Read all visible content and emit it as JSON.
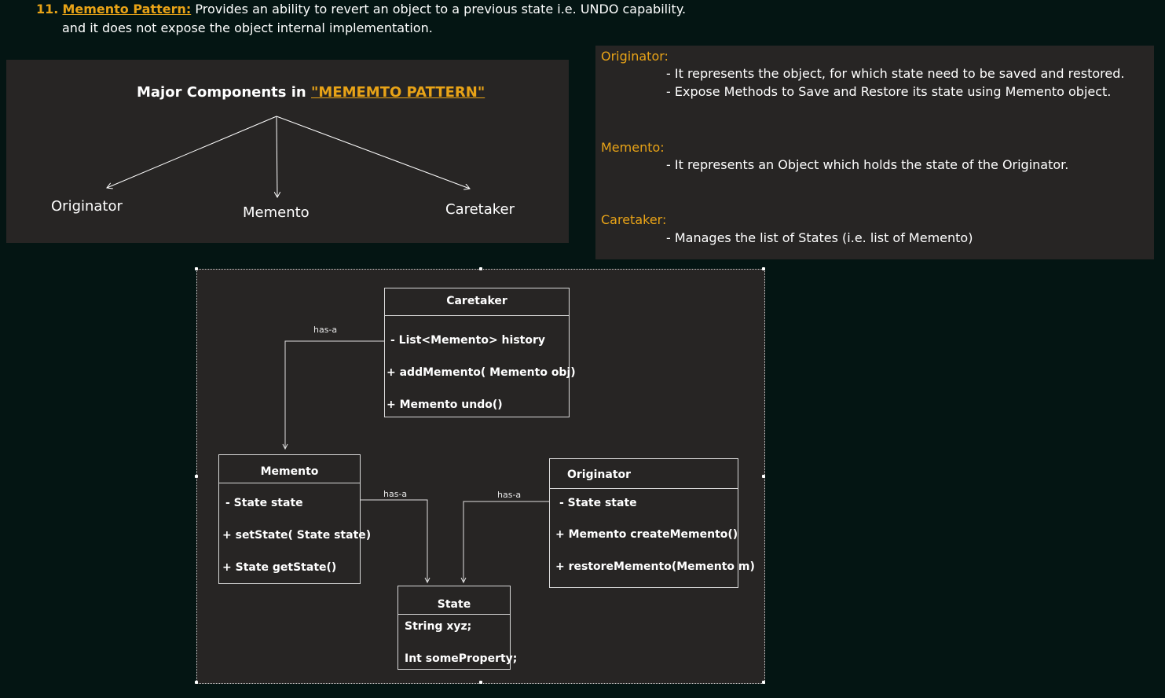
{
  "heading": {
    "number": "11.",
    "link": "Memento Pattern:",
    "line1_text": " Provides an ability to revert an object to a previous state i.e. UNDO capability.",
    "line2": "and it does not expose the object internal implementation."
  },
  "components_panel": {
    "title_prefix": "Major Components in ",
    "title_highlight": "\"MEMEMTO PATTERN\"",
    "components": [
      "Originator",
      "Memento",
      "Caretaker"
    ]
  },
  "definitions": [
    {
      "title": "Originator:",
      "items": [
        "- It represents the object, for which state need to be saved and restored.",
        "- Expose Methods to Save and Restore its state using Memento object."
      ]
    },
    {
      "title": "Memento:",
      "items": [
        "- It represents an Object which holds the state of the Originator."
      ]
    },
    {
      "title": "Caretaker:",
      "items": [
        "- Manages the list of States (i.e. list of Memento)"
      ]
    }
  ],
  "uml": {
    "caretaker": {
      "name": "Caretaker",
      "members": [
        "- List<Memento>  history",
        "+ addMemento( Memento obj)",
        "+ Memento undo()"
      ]
    },
    "memento": {
      "name": "Memento",
      "members": [
        "- State state",
        "+ setState( State state)",
        "+ State getState()"
      ]
    },
    "originator": {
      "name": "Originator",
      "members": [
        "- State state",
        "+ Memento createMemento()",
        "+ restoreMemento(Memento m)"
      ]
    },
    "state": {
      "name": "State",
      "members": [
        "String xyz;",
        "Int someProperty;"
      ]
    },
    "relations": [
      "has-a",
      "has-a",
      "has-a"
    ]
  },
  "colors": {
    "background": "#041513",
    "panel": "#272524",
    "accent": "#e8a317",
    "text": "#ffffff"
  }
}
